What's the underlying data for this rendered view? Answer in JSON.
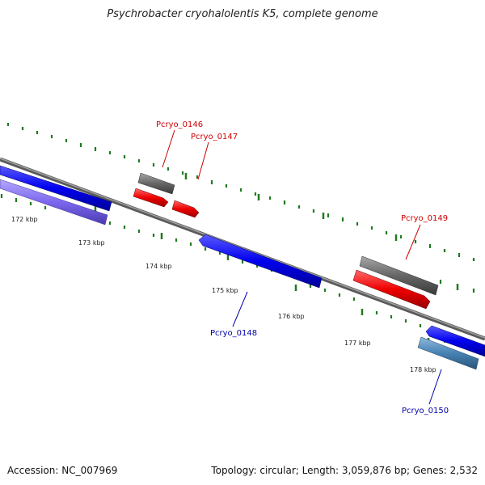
{
  "title": "Psychrobacter cryohalolentis K5, complete genome",
  "footer": {
    "accession": "Accession: NC_007969",
    "stats": "Topology: circular; Length: 3,059,876 bp; Genes: 2,532"
  },
  "scale_labels": [
    "172 kbp",
    "173 kbp",
    "174 kbp",
    "175 kbp",
    "176 kbp",
    "177 kbp",
    "178 kbp"
  ],
  "gene_labels": [
    {
      "text": "Pcryo_0146",
      "color": "#cc0000"
    },
    {
      "text": "Pcryo_0147",
      "color": "#cc0000"
    },
    {
      "text": "Pcryo_0148",
      "color": "#0000aa"
    },
    {
      "text": "Pcryo_0149",
      "color": "#cc0000"
    },
    {
      "text": "Pcryo_0150",
      "color": "#0000aa"
    }
  ],
  "colors": {
    "backbone": "#7a7a7a",
    "forward_gene": "#ee0000",
    "reverse_gene": "#0000ee",
    "pseudo_gray": "#666666",
    "purple_track": "#7b68ee",
    "steel_track": "#4682b4",
    "tick_green": "#1f7a1f"
  }
}
